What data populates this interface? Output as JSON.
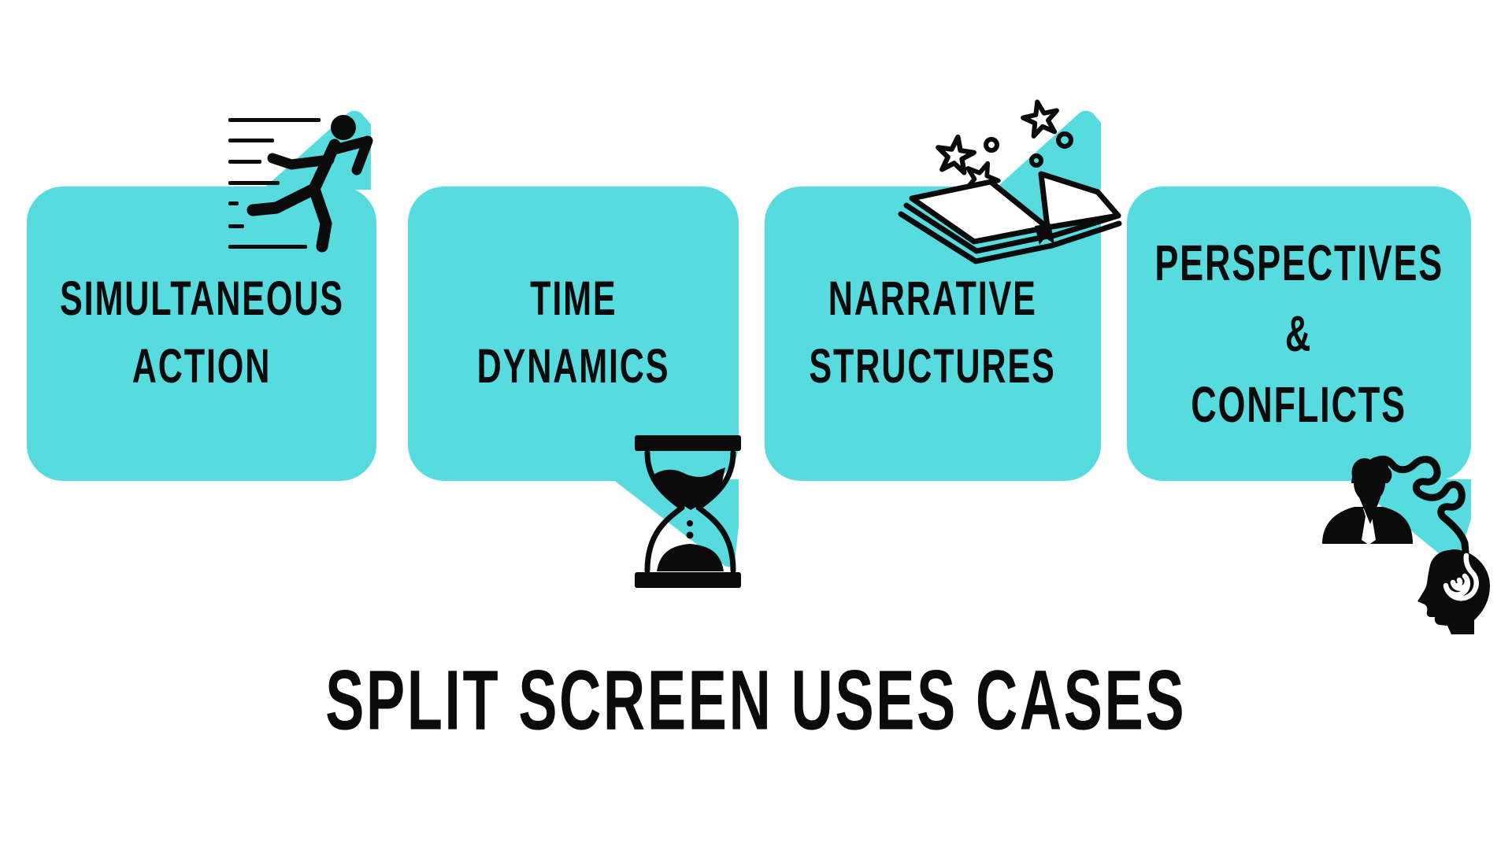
{
  "page": {
    "background": "#FFFFFF",
    "accent": "#58DBDF",
    "ink": "#0B0B0B"
  },
  "title": "SPLIT SCREEN USES CASES",
  "cards": [
    {
      "id": "simultaneous-action",
      "lines": [
        "SIMULTANEOUS",
        "ACTION"
      ],
      "icon": "runner-speed-lines-icon",
      "icon_position": "top-right",
      "tail_direction": "up-right"
    },
    {
      "id": "time-dynamics",
      "lines": [
        "TIME",
        "DYNAMICS"
      ],
      "icon": "hourglass-icon",
      "icon_position": "bottom-right",
      "tail_direction": "down-right"
    },
    {
      "id": "narrative-structures",
      "lines": [
        "NARRATIVE",
        "STRUCTURES"
      ],
      "icon": "open-book-sparkles-icon",
      "icon_position": "top-right",
      "tail_direction": "up-right"
    },
    {
      "id": "perspectives-conflicts",
      "lines": [
        "PERSPECTIVES",
        "&",
        "CONFLICTS"
      ],
      "icon": "mind-thought-spiral-icon",
      "icon_position": "bottom-right",
      "tail_direction": "down-right"
    }
  ]
}
